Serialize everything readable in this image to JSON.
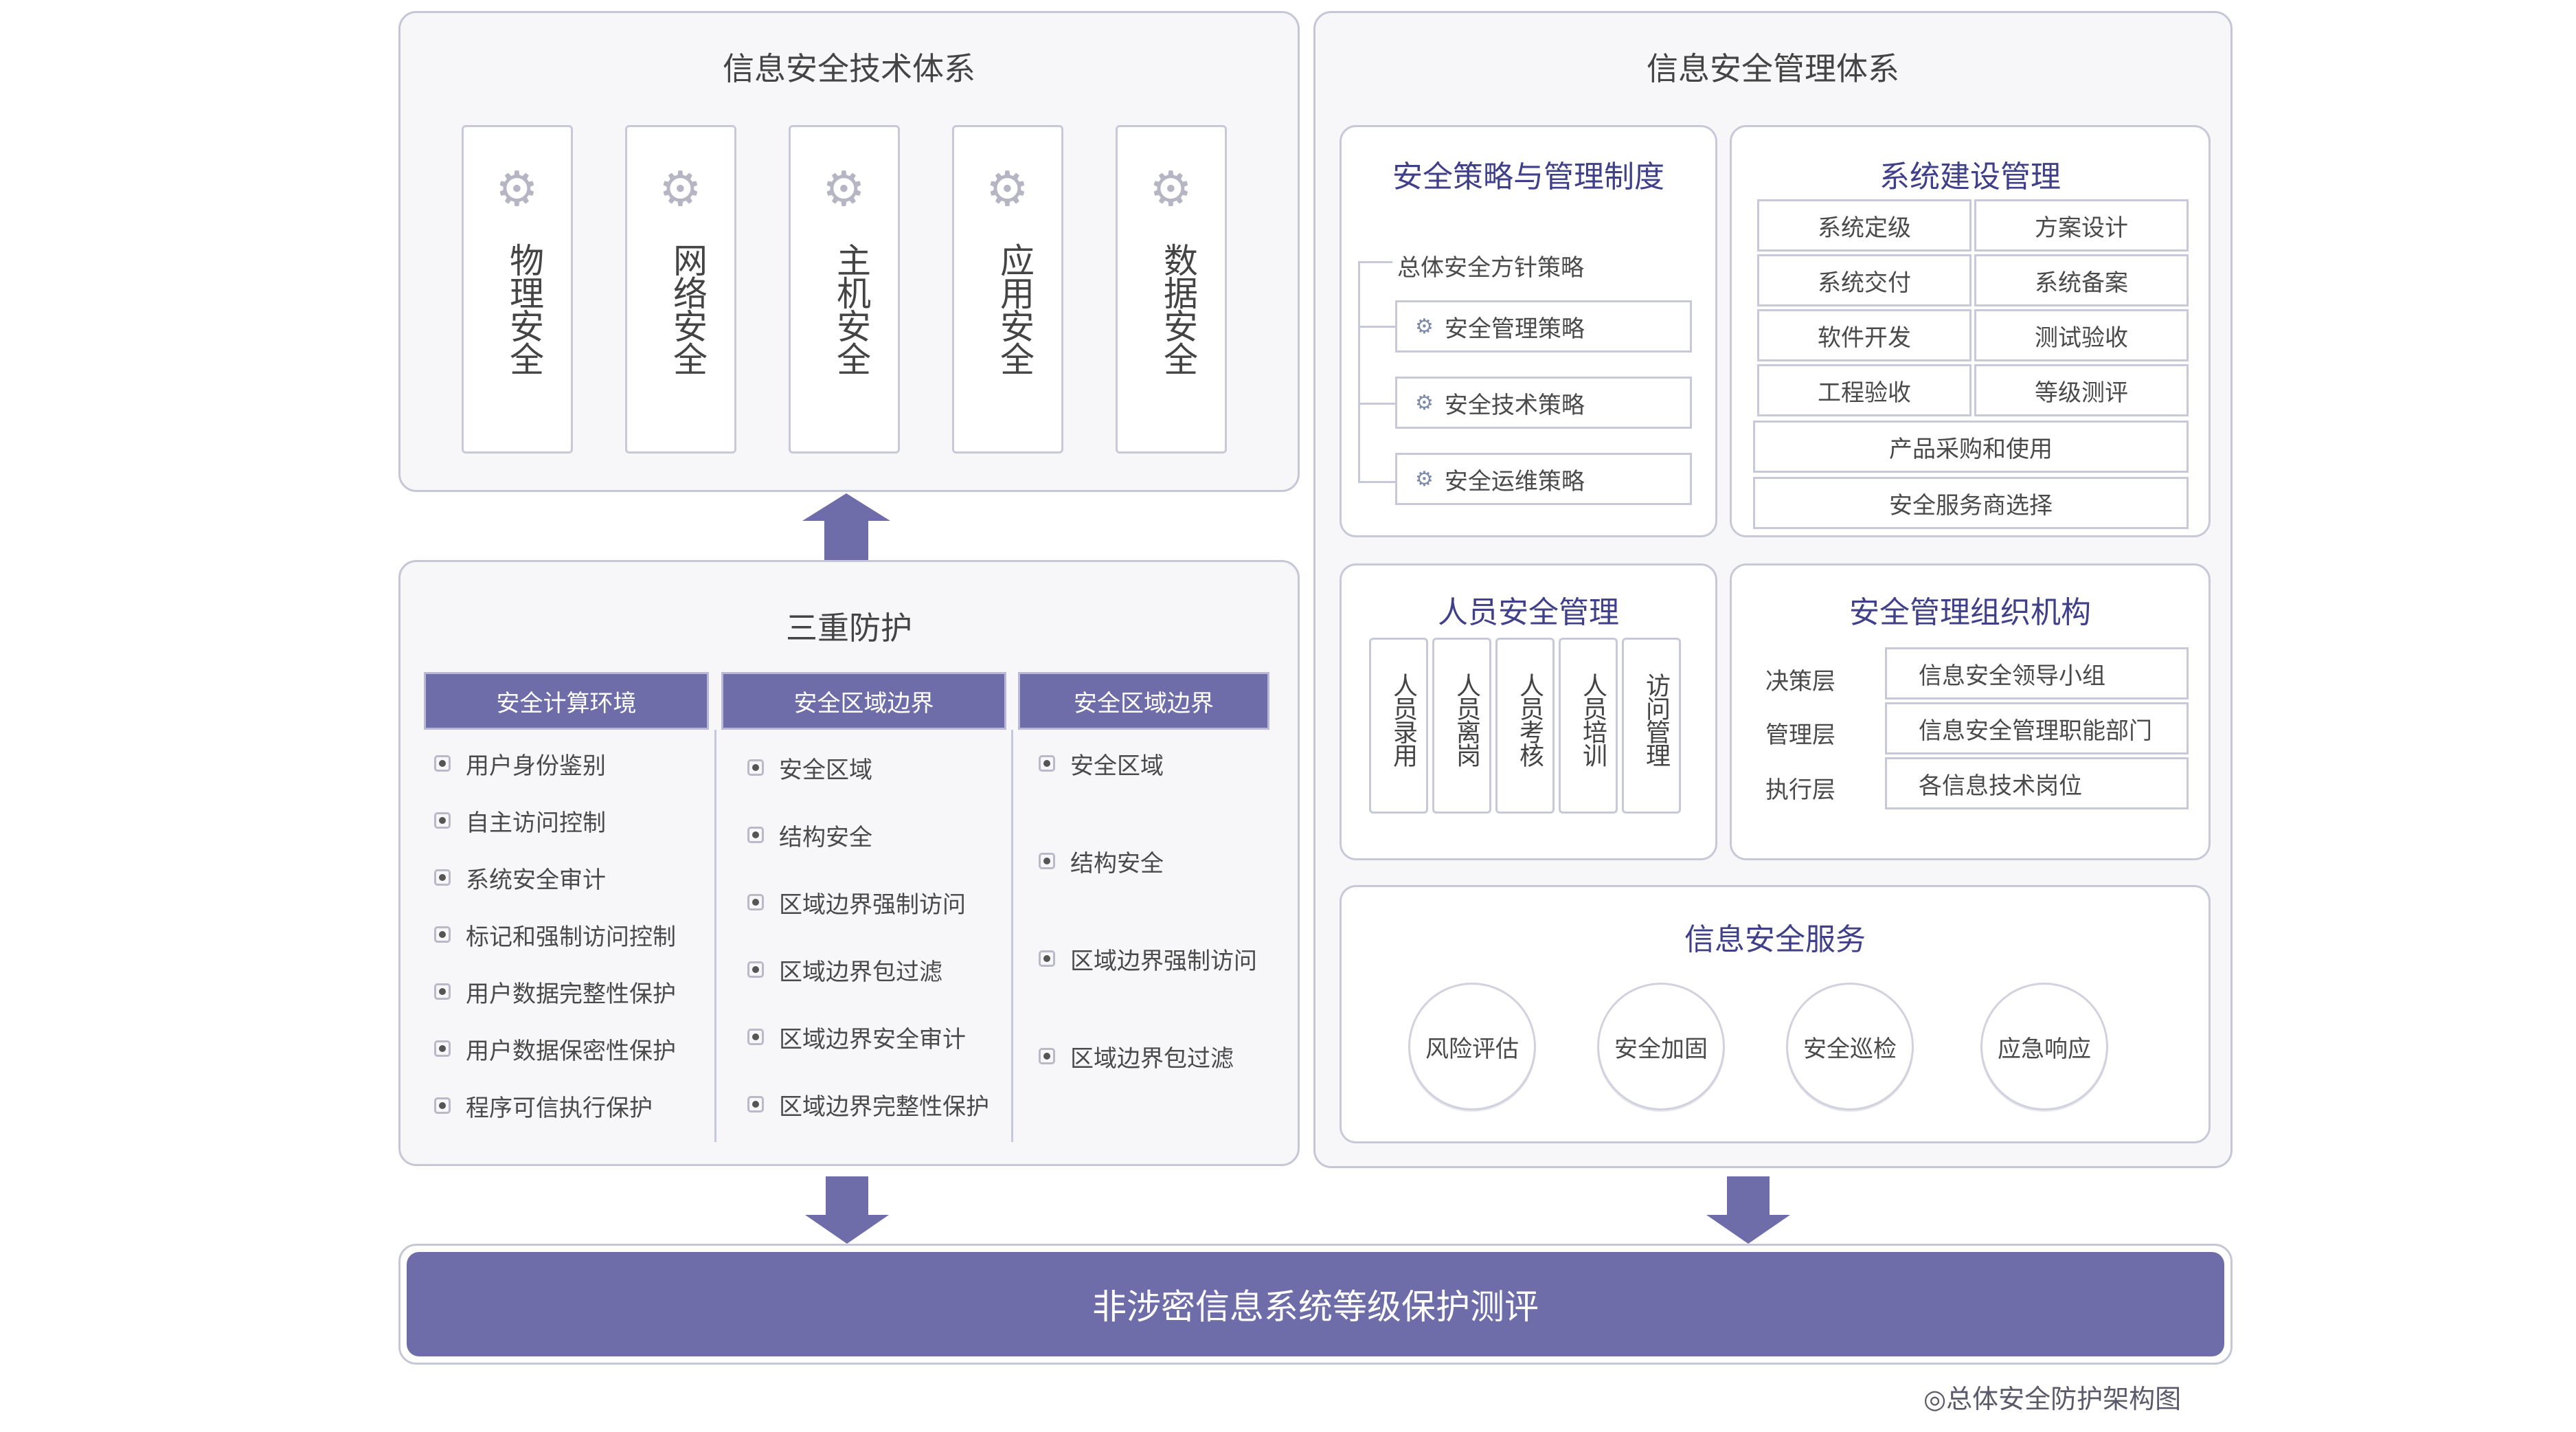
{
  "tech": {
    "title": "信息安全技术体系",
    "columns": [
      "物理安全",
      "网络安全",
      "主机安全",
      "应用安全",
      "数据安全"
    ]
  },
  "protect": {
    "title": "三重防护",
    "headers": [
      "安全计算环境",
      "安全区域边界",
      "安全区域边界"
    ],
    "col1": [
      "用户身份鉴别",
      "自主访问控制",
      "系统安全审计",
      "标记和强制访问控制",
      "用户数据完整性保护",
      "用户数据保密性保护",
      "程序可信执行保护"
    ],
    "col2": [
      "安全区域",
      "结构安全",
      "区域边界强制访问",
      "区域边界包过滤",
      "区域边界安全审计",
      "区域边界完整性保护"
    ],
    "col3": [
      "安全区域",
      "结构安全",
      "区域边界强制访问",
      "区域边界包过滤"
    ]
  },
  "mgmt": {
    "title": "信息安全管理体系",
    "policy": {
      "title": "安全策略与管理制度",
      "root": "总体安全方针策略",
      "items": [
        "安全管理策略",
        "安全技术策略",
        "安全运维策略"
      ]
    },
    "build": {
      "title": "系统建设管理",
      "grid": [
        [
          "系统定级",
          "方案设计"
        ],
        [
          "系统交付",
          "系统备案"
        ],
        [
          "软件开发",
          "测试验收"
        ],
        [
          "工程验收",
          "等级测评"
        ]
      ],
      "wide": [
        "产品采购和使用",
        "安全服务商选择"
      ]
    },
    "personnel": {
      "title": "人员安全管理",
      "items": [
        "人员录用",
        "人员离岗",
        "人员考核",
        "人员培训",
        "访问管理"
      ]
    },
    "org": {
      "title": "安全管理组织机构",
      "rows": [
        {
          "label": "决策层",
          "value": "信息安全领导小组"
        },
        {
          "label": "管理层",
          "value": "信息安全管理职能部门"
        },
        {
          "label": "执行层",
          "value": "各信息技术岗位"
        }
      ]
    },
    "service": {
      "title": "信息安全服务",
      "items": [
        "风险评估",
        "安全加固",
        "安全巡检",
        "应急响应"
      ]
    }
  },
  "bottom": {
    "label": "非涉密信息系统等级保护测评"
  },
  "caption": "◎总体安全防护架构图",
  "colors": {
    "accent": "#6f6da9",
    "border": "#c5c6d6",
    "title_blue": "#3f3f8a"
  },
  "icons": {
    "gear": "gear-icon",
    "arrow": "arrow-icon",
    "bullet": "checkbox-bullet-icon"
  }
}
